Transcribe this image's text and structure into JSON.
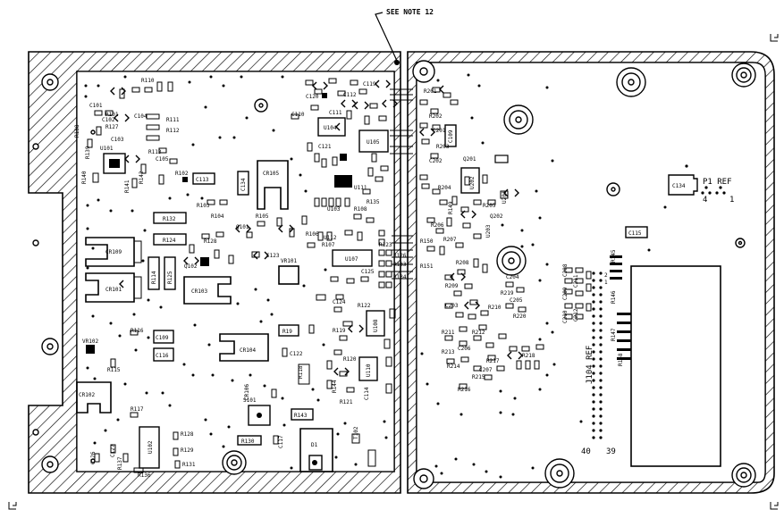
{
  "note": "SEE NOTE 12",
  "ref_labels": {
    "p1_ref": "P1 REF",
    "p1_pin4": "4",
    "p1_pin1": "1",
    "j104_ref": "J104 REF",
    "j104_pin40": "40",
    "j104_pin39": "39",
    "j104_pin2": "2",
    "j104_pin1": "1"
  },
  "components": {
    "c113": "C113",
    "c134": "C134",
    "c116": "C116",
    "c118": "C118",
    "c109": "C109",
    "c114": "C114",
    "c115": "C115",
    "c117": "C117",
    "c122": "C122",
    "u104": "U104",
    "u105": "U105",
    "u107": "U107",
    "u108": "U108",
    "u110": "U110",
    "u102": "U102",
    "u112": "U112",
    "u111": "U111",
    "r132": "R132",
    "r124": "R124",
    "r114": "R114",
    "r125": "R125",
    "r130": "R130",
    "r143": "R143",
    "r128": "R128",
    "r131": "R131",
    "r117": "R117",
    "r116": "R116",
    "r111": "R111",
    "r112": "R112",
    "r113": "R113",
    "r127": "R127",
    "r110": "R110",
    "r19": "R19",
    "cr101": "CR101",
    "cr102": "CR102",
    "cr103": "CR103",
    "cr104": "CR104",
    "cr105": "CR105",
    "cr106": "CR106",
    "cr109": "CR109",
    "vr101": "VR101",
    "vr102": "VR102",
    "q101": "Q101",
    "q102": "Q102",
    "d1": "D1",
    "t102": "T102",
    "s101": "S101",
    "u101": "U101",
    "u103": "U103",
    "c101": "C101",
    "c102": "C102",
    "c103": "C103",
    "c104": "C104",
    "c105": "C105",
    "c110": "C110",
    "c111": "C111",
    "c112": "C112",
    "c119": "C119",
    "c120": "C120",
    "c121": "C121",
    "c123": "C123",
    "c124": "C124",
    "c125": "C125",
    "c126": "C126",
    "c127": "C127",
    "r101": "R101",
    "r102": "R102",
    "r103": "R103",
    "r104": "R104",
    "r105": "R105",
    "r106": "R106",
    "r107": "R107",
    "r108": "R108",
    "r115": "R115",
    "r118": "R118",
    "r119": "R119",
    "r120": "R120",
    "r121": "R121",
    "r122": "R122",
    "r123": "R123",
    "r126": "R126",
    "r129": "R129",
    "r133": "R133",
    "r134": "R134",
    "r135": "R135",
    "r136": "R136",
    "r137": "R137",
    "r138": "R138",
    "r139": "R139",
    "r140": "R140",
    "r141": "R141",
    "r142": "R142",
    "r144": "R144",
    "r145": "R145",
    "r146": "R146",
    "r147": "R147",
    "r148": "R148",
    "r149": "R149",
    "r150": "R150",
    "r151": "R151",
    "r201": "R201",
    "r202": "R202",
    "r203": "R203",
    "r204": "R204",
    "r205": "R205",
    "r206": "R206",
    "r207": "R207",
    "r208": "R208",
    "r209": "R209",
    "r210": "R210",
    "r211": "R211",
    "r212": "R212",
    "r213": "R213",
    "r214": "R214",
    "r215": "R215",
    "r216": "R216",
    "r217": "R217",
    "r218": "R218",
    "r219": "R219",
    "r220": "R220",
    "c201": "C201",
    "c202": "C202",
    "c203": "C203",
    "c204": "C204",
    "c205": "C205",
    "c206": "C206",
    "c207": "C207",
    "c208": "C208",
    "c209": "C209",
    "c210": "C210",
    "c211": "C211",
    "c212": "C212",
    "u201": "U201",
    "u202": "U202",
    "u203": "U203",
    "q201": "Q201",
    "q202": "Q202"
  }
}
